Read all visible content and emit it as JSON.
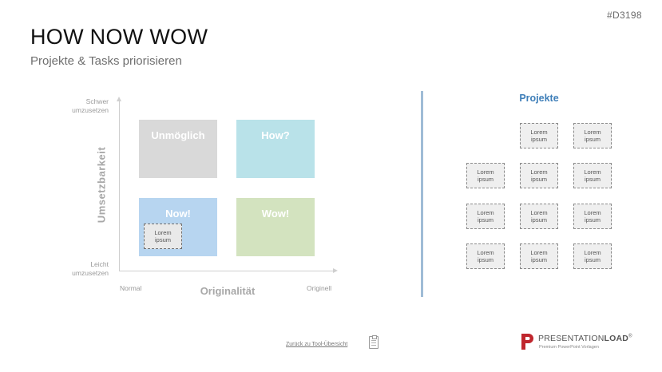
{
  "slide_code": "#D3198",
  "title": "HOW NOW WOW",
  "subtitle": "Projekte & Tasks priorisieren",
  "matrix": {
    "y_axis_title": "Umsetzbarkeit",
    "y_top_label": "Schwer umzusetzen",
    "y_top_line1": "Schwer",
    "y_top_line2": "umzusetzen",
    "y_bottom_line1": "Leicht",
    "y_bottom_line2": "umzusetzen",
    "x_axis_title": "Originalität",
    "x_left_label": "Normal",
    "x_right_label": "Originell",
    "quadrants": {
      "top_left": "Unmöglich",
      "top_right": "How?",
      "bottom_left": "Now!",
      "bottom_right": "Wow!"
    },
    "placed_card": {
      "line1": "Lorem",
      "line2": "ipsum"
    }
  },
  "projects": {
    "heading": "Projekte",
    "cards": [
      {
        "line1": "Lorem",
        "line2": "ipsum"
      },
      {
        "line1": "Lorem",
        "line2": "ipsum"
      },
      {
        "line1": "Lorem",
        "line2": "ipsum"
      },
      {
        "line1": "Lorem",
        "line2": "ipsum"
      },
      {
        "line1": "Lorem",
        "line2": "ipsum"
      },
      {
        "line1": "Lorem",
        "line2": "ipsum"
      },
      {
        "line1": "Lorem",
        "line2": "ipsum"
      },
      {
        "line1": "Lorem",
        "line2": "ipsum"
      },
      {
        "line1": "Lorem",
        "line2": "ipsum"
      },
      {
        "line1": "Lorem",
        "line2": "ipsum"
      },
      {
        "line1": "Lorem",
        "line2": "ipsum"
      }
    ]
  },
  "footer": {
    "back_link": "Zurück zu Tool-Übersicht",
    "clipboard_icon": "clipboard-icon",
    "logo_bold": "PRESENTATION",
    "logo_bold2": "LOAD",
    "logo_reg": "®",
    "logo_sub": "Premium PowerPoint Vorlagen"
  },
  "colors": {
    "unmoeglich": "#d9d9d9",
    "how": "#b9e2e9",
    "now": "#b7d5f0",
    "wow": "#d3e3bf",
    "accent": "#3f7fb9",
    "logo_red": "#c0262d"
  }
}
